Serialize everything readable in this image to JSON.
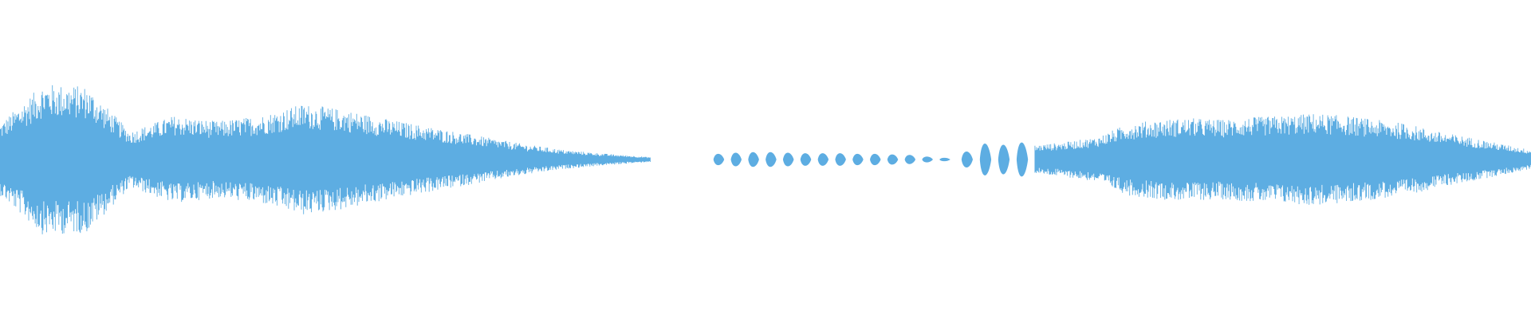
{
  "waveform": {
    "color": "#5dade2",
    "background": "#ffffff",
    "segments": [
      {
        "id": "segment-1",
        "kind": "dense",
        "start": 0.0,
        "end": 0.425,
        "envelope": [
          0.45,
          0.95,
          0.92,
          0.35,
          0.55,
          0.48,
          0.55,
          0.7,
          0.62,
          0.5,
          0.4,
          0.3,
          0.2,
          0.12,
          0.07,
          0.03
        ]
      },
      {
        "id": "segment-2",
        "kind": "pulses",
        "start": 0.466,
        "end": 0.625,
        "pulses": 14,
        "amplitude": [
          0.1,
          0.12,
          0.13,
          0.13,
          0.12,
          0.11,
          0.11,
          0.11,
          0.1,
          0.1,
          0.09,
          0.08,
          0.05,
          0.03
        ]
      },
      {
        "id": "segment-3",
        "kind": "pulses",
        "start": 0.628,
        "end": 0.676,
        "pulses": 4,
        "amplitude": [
          0.14,
          0.28,
          0.26,
          0.3
        ]
      },
      {
        "id": "segment-4",
        "kind": "dense",
        "start": 0.676,
        "end": 1.0,
        "envelope": [
          0.18,
          0.22,
          0.28,
          0.45,
          0.5,
          0.52,
          0.5,
          0.53,
          0.55,
          0.58,
          0.55,
          0.5,
          0.45,
          0.35,
          0.28,
          0.2,
          0.12
        ]
      }
    ]
  }
}
